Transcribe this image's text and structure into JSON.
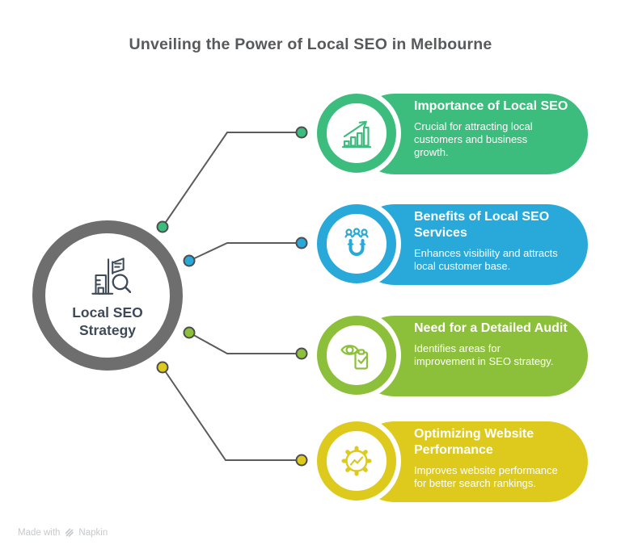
{
  "title": "Unveiling the Power of Local SEO in Melbourne",
  "center": {
    "label": "Local SEO Strategy",
    "icon": "buildings-search-icon",
    "ring_color": "#6e6e6e",
    "text_color": "#3e4a5a"
  },
  "cards": [
    {
      "title": "Importance of Local SEO",
      "description": "Crucial for attracting local customers and business growth.",
      "color": "#3dbd7d",
      "icon": "growth-chart-icon"
    },
    {
      "title": "Benefits of Local SEO Services",
      "description": "Enhances visibility and attracts local customer base.",
      "color": "#29a9da",
      "icon": "magnet-audience-icon"
    },
    {
      "title": "Need for a Detailed Audit",
      "description": "Identifies areas for improvement in SEO strategy.",
      "color": "#8dc03a",
      "icon": "audit-eye-checklist-icon"
    },
    {
      "title": "Optimizing Website Performance",
      "description": "Improves website performance for better search rankings.",
      "color": "#ddca1d",
      "icon": "gear-performance-icon"
    }
  ],
  "connectors": {
    "line_color": "#5b5b5b"
  },
  "watermark": {
    "prefix": "Made with",
    "brand": "Napkin"
  }
}
